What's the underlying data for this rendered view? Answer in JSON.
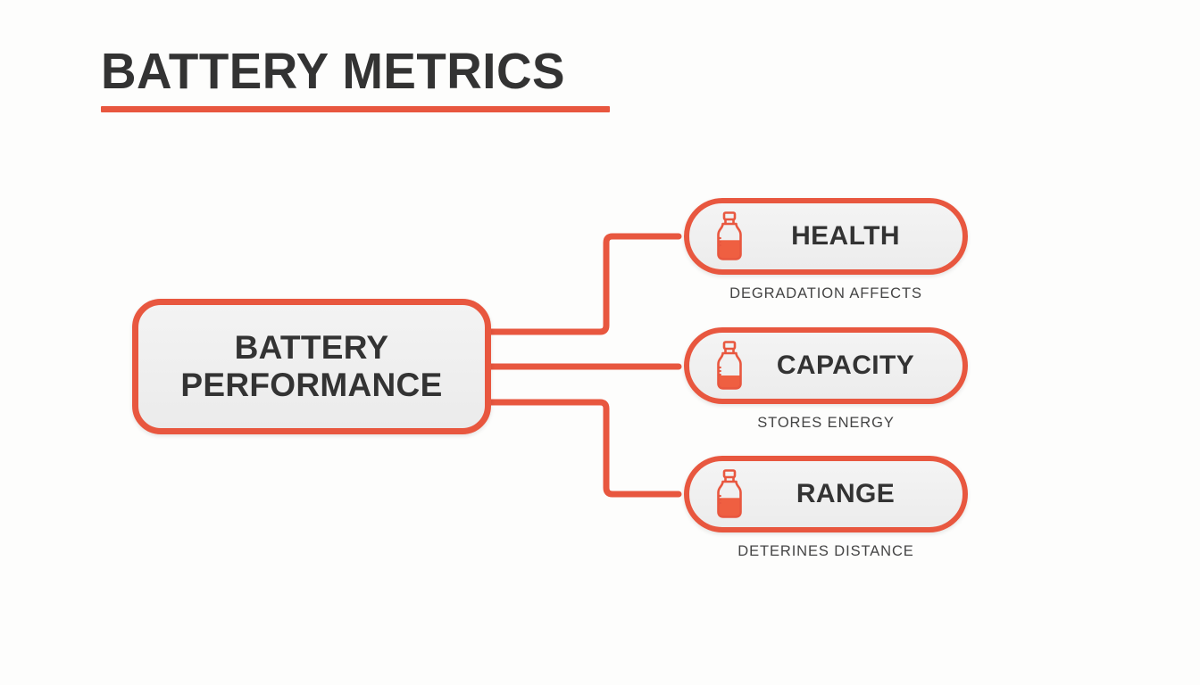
{
  "theme": {
    "background": "#fdfdfc",
    "accent": "#e8573f",
    "text_dark": "#333333",
    "text_muted": "#444444",
    "node_fill": "#f0f0f0"
  },
  "header": {
    "title": "BATTERY METRICS"
  },
  "diagram": {
    "type": "mind-map",
    "root": {
      "label": "BATTERY\nPERFORMANCE",
      "line1": "BATTERY",
      "line2": "PERFORMANCE"
    },
    "branches": [
      {
        "id": "health",
        "label": "HEALTH",
        "caption": "DEGRADATION AFFECTS",
        "icon": "bottle-icon",
        "fill_level": 0.45
      },
      {
        "id": "capacity",
        "label": "CAPACITY",
        "caption": "STORES ENERGY",
        "icon": "bottle-icon",
        "fill_level": 0.3
      },
      {
        "id": "range",
        "label": "RANGE",
        "caption": "DETERINES DISTANCE",
        "icon": "bottle-icon",
        "fill_level": 0.45
      }
    ]
  }
}
